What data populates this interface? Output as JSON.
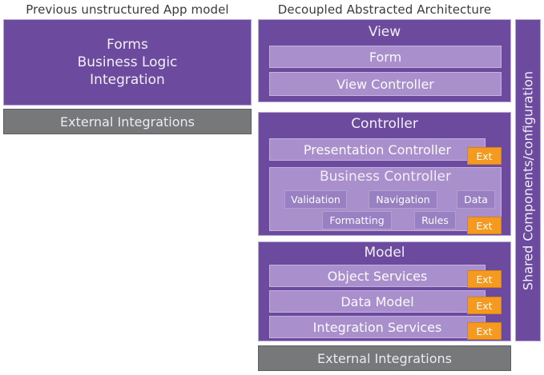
{
  "headings": {
    "left": "Previous unstructured App model",
    "right": "Decoupled Abstracted Architecture"
  },
  "colors": {
    "panel_purple": "#6c4b9e",
    "bar_lavender": "#a98fcc",
    "chip_purple": "#9880c2",
    "grey": "#77787a",
    "ext_orange": "#f59a21",
    "text_light": "#f2eef8",
    "heading_text": "#3b3b3b"
  },
  "legacy": {
    "stack_line1": "Forms",
    "stack_line2": "Business Logic",
    "stack_line3": "Integration",
    "external": "External Integrations"
  },
  "architecture": {
    "view": {
      "title": "View",
      "form": "Form",
      "view_controller": "View Controller"
    },
    "controller": {
      "title": "Controller",
      "presentation_controller": "Presentation Controller",
      "presentation_ext": "Ext",
      "business": {
        "title": "Business Controller",
        "chips": [
          "Validation",
          "Navigation",
          "Data",
          "Formatting",
          "Rules"
        ],
        "ext": "Ext"
      }
    },
    "model": {
      "title": "Model",
      "rows": [
        {
          "label": "Object Services",
          "ext": "Ext"
        },
        {
          "label": "Data Model",
          "ext": "Ext"
        },
        {
          "label": "Integration Services",
          "ext": "Ext"
        }
      ]
    },
    "external": "External Integrations",
    "sidebar": "Shared Components/configuration"
  }
}
